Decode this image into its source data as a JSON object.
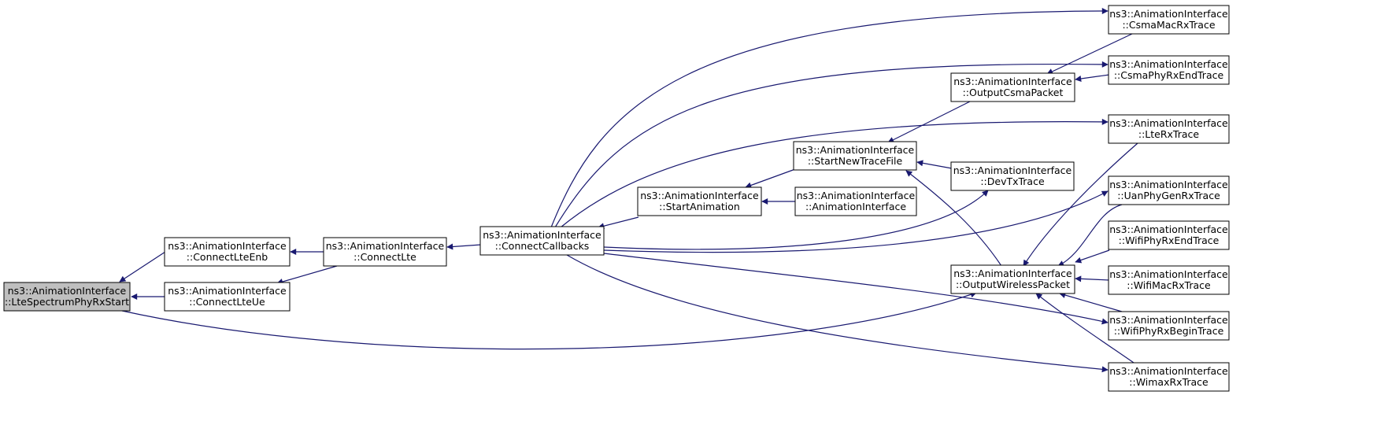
{
  "colors": {
    "node_fill": "#ffffff",
    "focus_fill": "#bfbfbf",
    "node_stroke": "#000000",
    "edge": "#191970"
  },
  "nodes": [
    {
      "id": "lteSpectrum",
      "line1": "ns3::AnimationInterface",
      "line2": "::LteSpectrumPhyRxStart",
      "focus": true
    },
    {
      "id": "connectLteEnb",
      "line1": "ns3::AnimationInterface",
      "line2": "::ConnectLteEnb"
    },
    {
      "id": "connectLteUe",
      "line1": "ns3::AnimationInterface",
      "line2": "::ConnectLteUe"
    },
    {
      "id": "connectLte",
      "line1": "ns3::AnimationInterface",
      "line2": "::ConnectLte"
    },
    {
      "id": "connectCallbacks",
      "line1": "ns3::AnimationInterface",
      "line2": "::ConnectCallbacks"
    },
    {
      "id": "startAnimation",
      "line1": "ns3::AnimationInterface",
      "line2": "::StartAnimation"
    },
    {
      "id": "animationInterface",
      "line1": "ns3::AnimationInterface",
      "line2": "::AnimationInterface"
    },
    {
      "id": "startNewTraceFile",
      "line1": "ns3::AnimationInterface",
      "line2": "::StartNewTraceFile"
    },
    {
      "id": "devTxTrace",
      "line1": "ns3::AnimationInterface",
      "line2": "::DevTxTrace"
    },
    {
      "id": "outputCsmaPacket",
      "line1": "ns3::AnimationInterface",
      "line2": "::OutputCsmaPacket"
    },
    {
      "id": "outputWirelessPacket",
      "line1": "ns3::AnimationInterface",
      "line2": "::OutputWirelessPacket"
    },
    {
      "id": "csmaMacRxTrace",
      "line1": "ns3::AnimationInterface",
      "line2": "::CsmaMacRxTrace"
    },
    {
      "id": "csmaPhyRxEndTrace",
      "line1": "ns3::AnimationInterface",
      "line2": "::CsmaPhyRxEndTrace"
    },
    {
      "id": "lteRxTrace",
      "line1": "ns3::AnimationInterface",
      "line2": "::LteRxTrace"
    },
    {
      "id": "uanPhyGenRxTrace",
      "line1": "ns3::AnimationInterface",
      "line2": "::UanPhyGenRxTrace"
    },
    {
      "id": "wifiPhyRxEndTrace",
      "line1": "ns3::AnimationInterface",
      "line2": "::WifiPhyRxEndTrace"
    },
    {
      "id": "wifiMacRxTrace",
      "line1": "ns3::AnimationInterface",
      "line2": "::WifiMacRxTrace"
    },
    {
      "id": "wifiPhyRxBeginTrace",
      "line1": "ns3::AnimationInterface",
      "line2": "::WifiPhyRxBeginTrace"
    },
    {
      "id": "wimaxRxTrace",
      "line1": "ns3::AnimationInterface",
      "line2": "::WimaxRxTrace"
    }
  ],
  "edges": [
    {
      "from": "connectLteEnb",
      "to": "lteSpectrum"
    },
    {
      "from": "connectLteUe",
      "to": "lteSpectrum"
    },
    {
      "from": "outputWirelessPacket",
      "to": "lteSpectrum"
    },
    {
      "from": "connectLte",
      "to": "connectLteEnb"
    },
    {
      "from": "connectLte",
      "to": "connectLteUe"
    },
    {
      "from": "connectCallbacks",
      "to": "connectLte"
    },
    {
      "from": "startAnimation",
      "to": "connectCallbacks"
    },
    {
      "from": "animationInterface",
      "to": "startAnimation"
    },
    {
      "from": "startNewTraceFile",
      "to": "startAnimation"
    },
    {
      "from": "outputCsmaPacket",
      "to": "startNewTraceFile"
    },
    {
      "from": "devTxTrace",
      "to": "startNewTraceFile"
    },
    {
      "from": "outputWirelessPacket",
      "to": "startNewTraceFile"
    },
    {
      "from": "csmaMacRxTrace",
      "to": "outputCsmaPacket"
    },
    {
      "from": "csmaPhyRxEndTrace",
      "to": "outputCsmaPacket"
    },
    {
      "from": "connectCallbacks",
      "to": "csmaMacRxTrace"
    },
    {
      "from": "connectCallbacks",
      "to": "csmaPhyRxEndTrace"
    },
    {
      "from": "connectCallbacks",
      "to": "lteRxTrace"
    },
    {
      "from": "connectCallbacks",
      "to": "devTxTrace"
    },
    {
      "from": "connectCallbacks",
      "to": "uanPhyGenRxTrace"
    },
    {
      "from": "connectCallbacks",
      "to": "wifiPhyRxBeginTrace"
    },
    {
      "from": "connectCallbacks",
      "to": "wimaxRxTrace"
    },
    {
      "from": "lteRxTrace",
      "to": "outputWirelessPacket"
    },
    {
      "from": "uanPhyGenRxTrace",
      "to": "outputWirelessPacket"
    },
    {
      "from": "wifiPhyRxEndTrace",
      "to": "outputWirelessPacket"
    },
    {
      "from": "wifiMacRxTrace",
      "to": "outputWirelessPacket"
    },
    {
      "from": "wifiPhyRxBeginTrace",
      "to": "outputWirelessPacket"
    },
    {
      "from": "wimaxRxTrace",
      "to": "outputWirelessPacket"
    }
  ]
}
